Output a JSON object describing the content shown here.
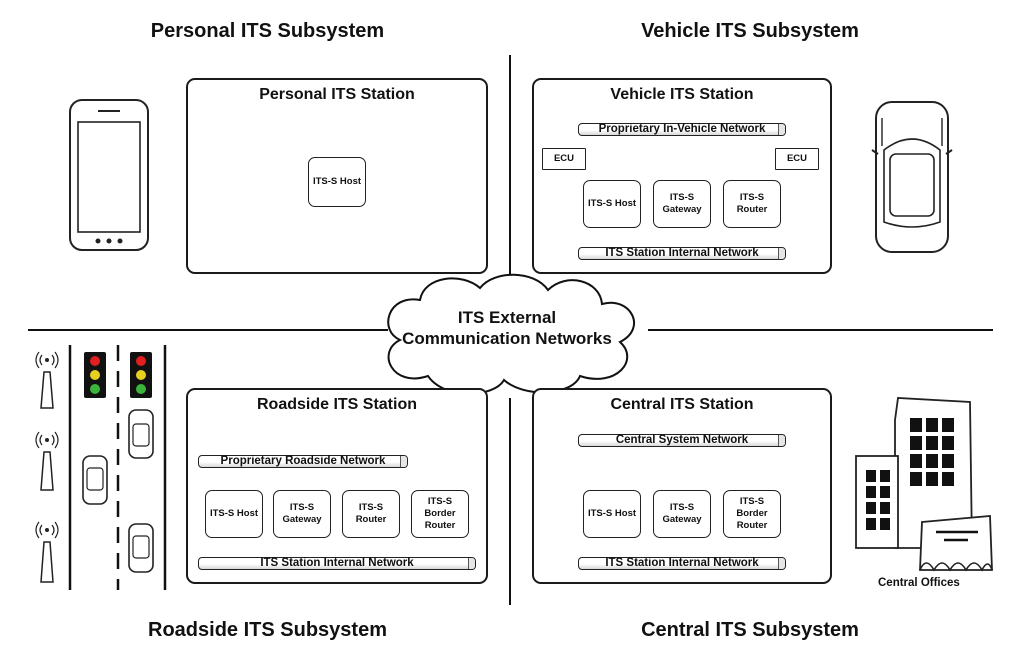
{
  "quadrants": {
    "personal": {
      "title": "Personal ITS Subsystem",
      "station_title": "Personal ITS Station",
      "nodes": [
        "ITS-S Host"
      ]
    },
    "vehicle": {
      "title": "Vehicle ITS Subsystem",
      "station_title": "Vehicle ITS Station",
      "top_network": "Proprietary In-Vehicle Network",
      "ecus": [
        "ECU",
        "ECU"
      ],
      "nodes": [
        "ITS-S Host",
        "ITS-S\nGateway",
        "ITS-S\nRouter"
      ],
      "internal_network": "ITS Station Internal Network"
    },
    "roadside": {
      "title": "Roadside ITS Subsystem",
      "station_title": "Roadside ITS Station",
      "top_network": "Proprietary Roadside Network",
      "nodes": [
        "ITS-S Host",
        "ITS-S\nGateway",
        "ITS-S\nRouter",
        "ITS-S\nBorder\nRouter"
      ],
      "internal_network": "ITS Station Internal Network"
    },
    "central": {
      "title": "Central ITS Subsystem",
      "station_title": "Central ITS Station",
      "top_network": "Central System Network",
      "nodes": [
        "ITS-S Host",
        "ITS-S\nGateway",
        "ITS-S\nBorder\nRouter"
      ],
      "internal_network": "ITS Station Internal Network",
      "building_caption": "Central Offices"
    }
  },
  "cloud": {
    "line1": "ITS External",
    "line2": "Communication Networks"
  },
  "icons": {
    "personal": "smartphone-icon",
    "vehicle": "car-top-view-icon",
    "roadside": [
      "antenna-icon",
      "traffic-light-icon",
      "car-icon"
    ],
    "central": "office-building-icon"
  },
  "traffic_light_colors": [
    "#e02020",
    "#e8d020",
    "#3cb43c"
  ]
}
